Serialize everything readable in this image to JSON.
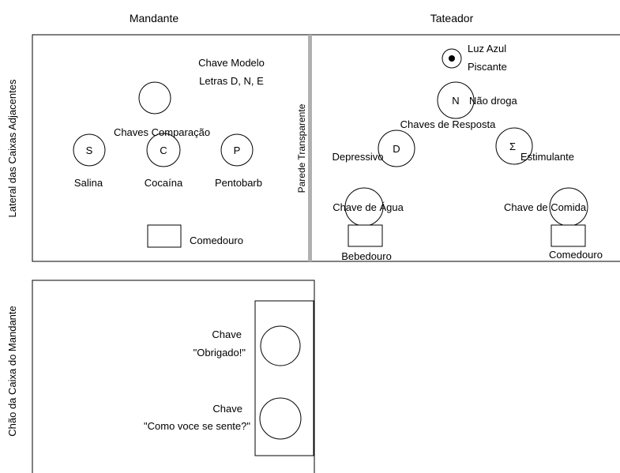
{
  "headers": {
    "left": "Mandante",
    "right": "Tateador"
  },
  "side_labels": {
    "top": "Lateral das Caixas Adjacentes",
    "bottom": "Chão da Caixa do Mandante",
    "wall": "Parede Transparente"
  },
  "mandante": {
    "sample_key": {
      "line1": "Chave Modelo",
      "line2": "Letras D, N,  E"
    },
    "comparison_label": "Chaves Comparação",
    "keys": [
      {
        "letter": "S",
        "label": "Salina"
      },
      {
        "letter": "C",
        "label": "Cocaína"
      },
      {
        "letter": "P",
        "label": "Pentobarb"
      }
    ],
    "feeder": "Comedouro"
  },
  "tateador": {
    "light": {
      "line1": "Luz Azul",
      "line2": "Piscante"
    },
    "n_key": {
      "letter": "N",
      "label": "Não droga"
    },
    "response_label": "Chaves de Resposta",
    "d_key": {
      "letter": "D",
      "label": "Depressivo"
    },
    "s_key": {
      "letter": "Σ",
      "label": "Estimulante"
    },
    "water_key": "Chave de Água",
    "food_key": "Chave de Comida",
    "water_trough": "Bebedouro",
    "feeder": "Comedouro"
  },
  "floor": {
    "thanks_key": {
      "line1": "Chave",
      "line2": "\"Obrigado!\""
    },
    "feel_key": {
      "line1": "Chave",
      "line2": "\"Como voce se sente?\""
    }
  }
}
